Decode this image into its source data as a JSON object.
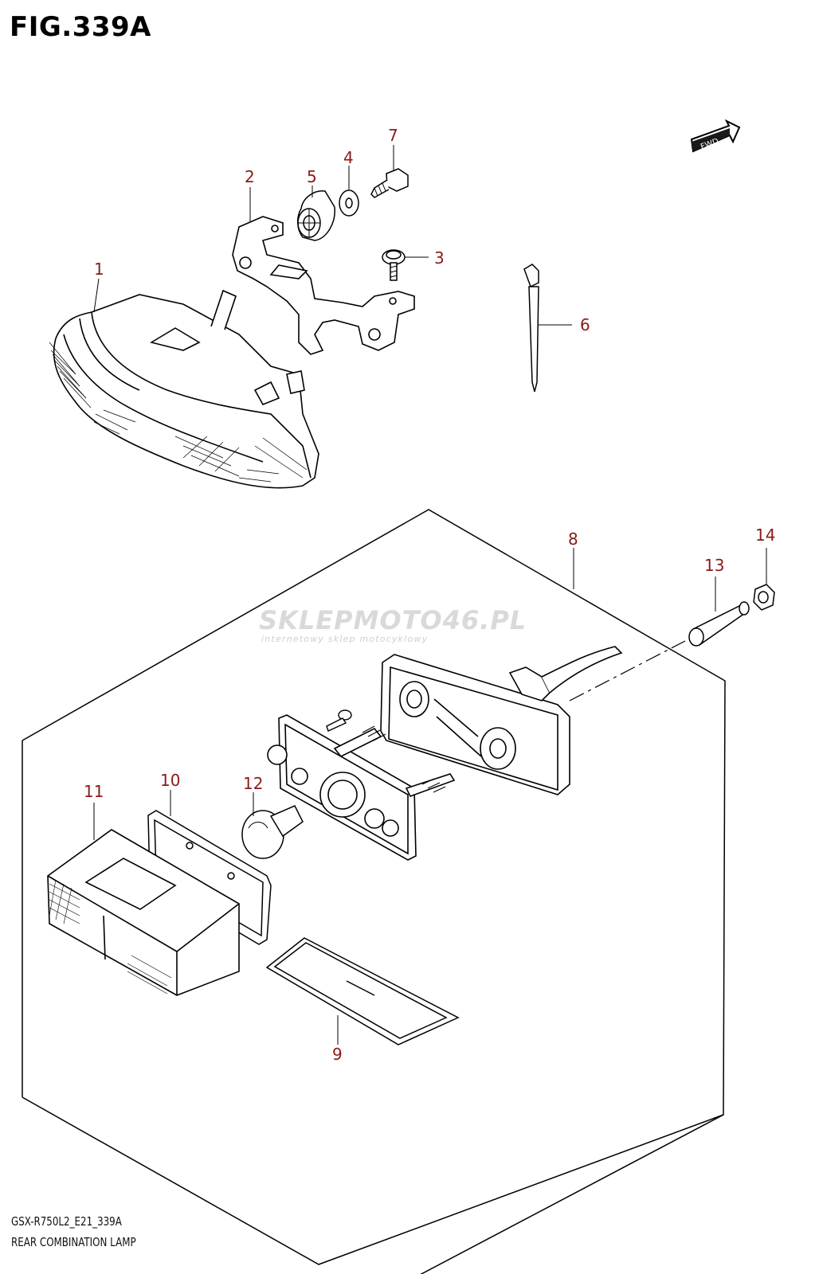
{
  "figure": {
    "title": "FIG.339A",
    "model_code": "GSX-R750L2_E21_339A",
    "name": "REAR COMBINATION LAMP"
  },
  "watermark": {
    "brand": "SKLEPMOTO46.PL",
    "tagline": "internetowy sklep motocyklowy"
  },
  "direction_badge": "FWD",
  "callouts": [
    {
      "id": "callout-1",
      "label": "1"
    },
    {
      "id": "callout-2",
      "label": "2"
    },
    {
      "id": "callout-3",
      "label": "3"
    },
    {
      "id": "callout-4",
      "label": "4"
    },
    {
      "id": "callout-5",
      "label": "5"
    },
    {
      "id": "callout-6",
      "label": "6"
    },
    {
      "id": "callout-7",
      "label": "7"
    },
    {
      "id": "callout-8",
      "label": "8"
    },
    {
      "id": "callout-9",
      "label": "9"
    },
    {
      "id": "callout-10",
      "label": "10"
    },
    {
      "id": "callout-11",
      "label": "11"
    },
    {
      "id": "callout-12",
      "label": "12"
    },
    {
      "id": "callout-13",
      "label": "13"
    },
    {
      "id": "callout-14",
      "label": "14"
    }
  ],
  "colors": {
    "callout": "#8b1a1a",
    "line": "#000000",
    "watermark_accent": "#e08a8a"
  }
}
